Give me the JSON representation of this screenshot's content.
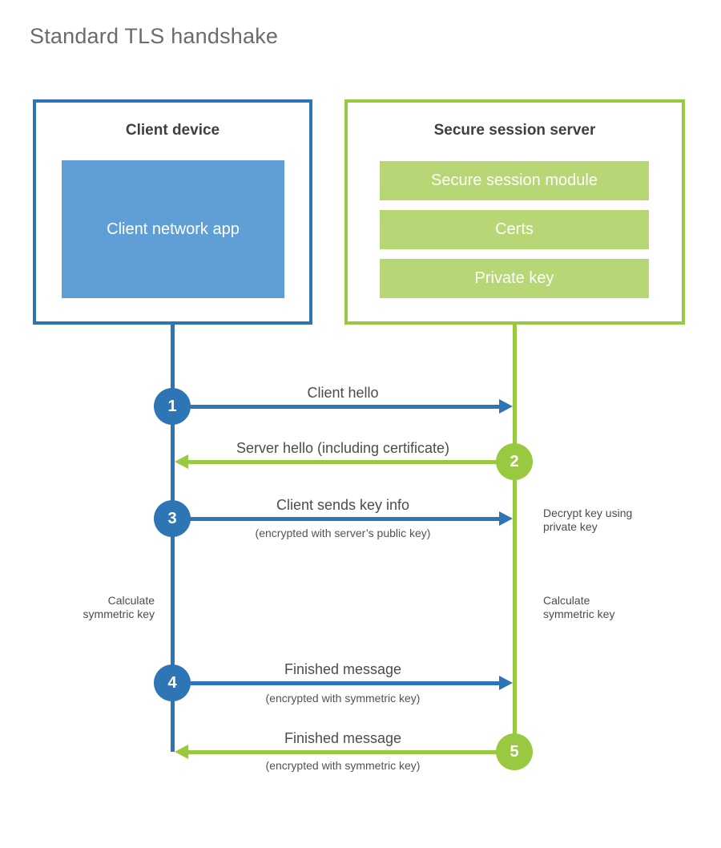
{
  "title": "Standard TLS handshake",
  "client": {
    "heading": "Client device",
    "app": "Client network app"
  },
  "server": {
    "heading": "Secure session server",
    "modules": [
      "Secure session module",
      "Certs",
      "Private key"
    ]
  },
  "steps": [
    {
      "num": "1",
      "label": "Client hello",
      "sublabel": ""
    },
    {
      "num": "2",
      "label": "Server hello (including certificate)",
      "sublabel": ""
    },
    {
      "num": "3",
      "label": "Client sends key info",
      "sublabel": "(encrypted with server’s public key)"
    },
    {
      "num": "4",
      "label": "Finished message",
      "sublabel": "(encrypted with symmetric key)"
    },
    {
      "num": "5",
      "label": "Finished message",
      "sublabel": "(encrypted with symmetric key)"
    }
  ],
  "notes": {
    "decrypt": [
      "Decrypt key using",
      "private key"
    ],
    "calc_left": [
      "Calculate",
      "symmetric key"
    ],
    "calc_right": [
      "Calculate",
      "symmetric key"
    ]
  },
  "colors": {
    "client_blue": "#2e75b6",
    "client_fill_blue": "#5f9fd6",
    "server_green": "#99c940",
    "server_fill_green": "#b7d675"
  }
}
